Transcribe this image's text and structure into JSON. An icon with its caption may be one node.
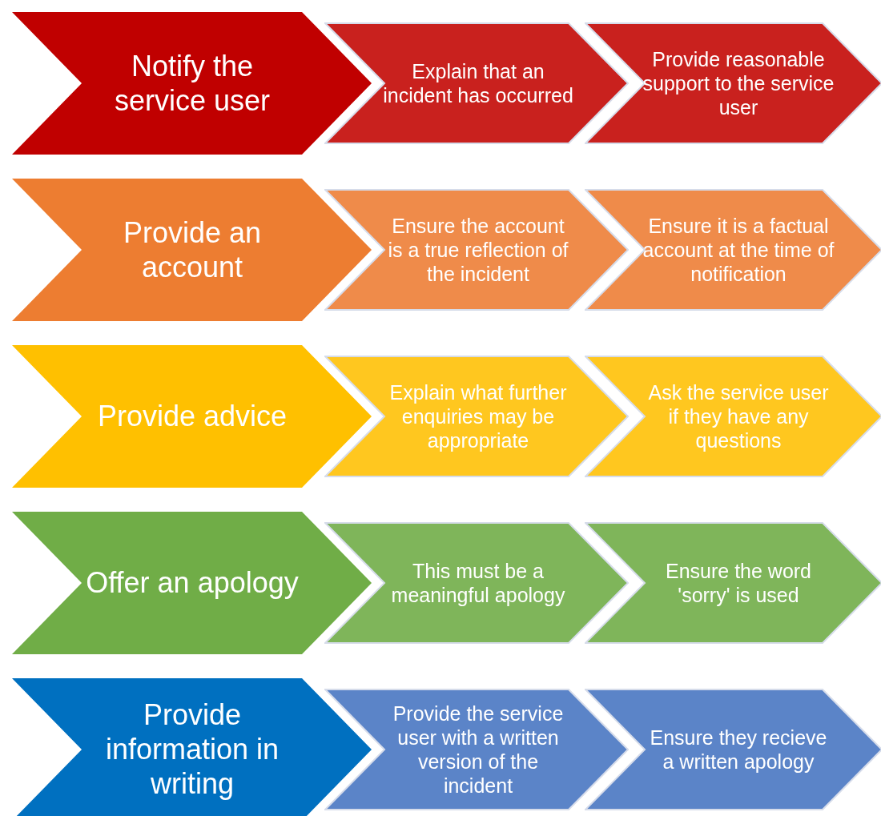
{
  "diagram": {
    "nodes": [
      {
        "text": [
          "Notify the service user"
        ]
      },
      {
        "text": [
          "Explain that an incident has occurred"
        ]
      },
      {
        "text": [
          "Provide reasonable support to the service user"
        ]
      },
      {
        "text": [
          "Provide an account"
        ]
      },
      {
        "text": [
          "Ensure the account is a true reflection of the incident"
        ]
      },
      {
        "text": [
          "Ensure it is a factual account at the time of notification"
        ]
      },
      {
        "text": [
          "Provide advice"
        ]
      },
      {
        "text": [
          "Explain what further enquiries may be appropriate"
        ]
      },
      {
        "text": [
          "Ask the service user if they have any questions"
        ]
      },
      {
        "text": [
          "Offer an apology"
        ]
      },
      {
        "text": [
          "This must be a meaningful apology"
        ]
      },
      {
        "text": [
          "Ensure the word 'sorry' is used"
        ]
      },
      {
        "text": [
          "Provide information in writing"
        ]
      },
      {
        "text": [
          "Provide the service user with a written version of the incident"
        ]
      },
      {
        "text": [
          "Ensure they recieve a written apology"
        ]
      }
    ]
  }
}
